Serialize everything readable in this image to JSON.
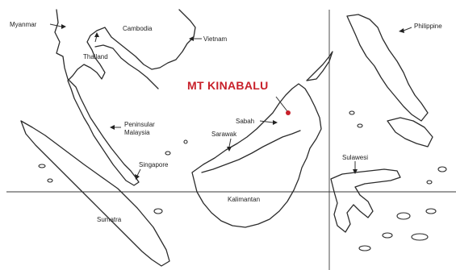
{
  "map": {
    "highlight": {
      "label": "MT KINABALU",
      "color": "#c8202a"
    },
    "labels": {
      "myanmar": "Myanmar",
      "cambodia": "Cambodia",
      "vietnam": "Vietnam",
      "thailand": "Thailand",
      "philippine": "Philippine",
      "sabah": "Sabah",
      "peninsular_line1": "Peninsular",
      "peninsular_line2": "Malaysia",
      "sarawak": "Sarawak",
      "singapore": "Singapore",
      "sulawesi": "Sulawesi",
      "kalimantan": "Kalimantan",
      "sumatra": "Sumatra"
    }
  }
}
